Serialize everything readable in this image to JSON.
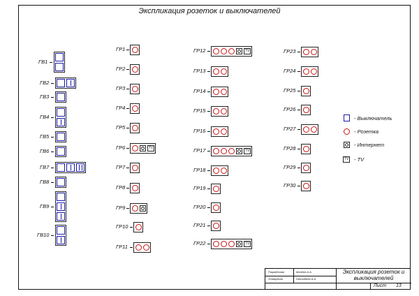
{
  "title": "Экспликация розеток и выключателей",
  "switch_groups": [
    {
      "label": "ГВ1",
      "layout": "col",
      "items": [
        1,
        1
      ]
    },
    {
      "label": "ГВ2",
      "layout": "row",
      "items": [
        1,
        2
      ]
    },
    {
      "label": "ГВ3",
      "layout": "row",
      "items": [
        1
      ]
    },
    {
      "label": "ГВ4",
      "layout": "col",
      "items": [
        1,
        2
      ]
    },
    {
      "label": "ГВ5",
      "layout": "row",
      "items": [
        1
      ]
    },
    {
      "label": "ГВ6",
      "layout": "row",
      "items": [
        1
      ]
    },
    {
      "label": "ГВ7",
      "layout": "row",
      "items": [
        1,
        2,
        3
      ]
    },
    {
      "label": "ГВ8",
      "layout": "row",
      "items": [
        1
      ]
    },
    {
      "label": "ГВ9",
      "layout": "col",
      "items": [
        1,
        2,
        2
      ]
    },
    {
      "label": "ГВ10",
      "layout": "col",
      "items": [
        1,
        2
      ]
    }
  ],
  "socket_groups": [
    {
      "label": "ГР1",
      "items": [
        "s"
      ]
    },
    {
      "label": "ГР2",
      "items": [
        "s"
      ]
    },
    {
      "label": "ГР3",
      "items": [
        "s"
      ]
    },
    {
      "label": "ГР4",
      "items": [
        "s"
      ]
    },
    {
      "label": "ГР5",
      "items": [
        "s"
      ]
    },
    {
      "label": "ГР6",
      "items": [
        "s",
        "i",
        "tv"
      ]
    },
    {
      "label": "ГР7",
      "items": [
        "s"
      ]
    },
    {
      "label": "ГР8",
      "items": [
        "s"
      ]
    },
    {
      "label": "ГР9",
      "items": [
        "s",
        "i"
      ]
    },
    {
      "label": "ГР10",
      "items": [
        "s"
      ]
    },
    {
      "label": "ГР11",
      "items": [
        "s",
        "s"
      ]
    },
    {
      "label": "ГР12",
      "items": [
        "s",
        "s",
        "s",
        "i",
        "tv"
      ]
    },
    {
      "label": "ГР13",
      "items": [
        "s",
        "s"
      ]
    },
    {
      "label": "ГР14",
      "items": [
        "s",
        "s"
      ]
    },
    {
      "label": "ГР15",
      "items": [
        "s",
        "s"
      ]
    },
    {
      "label": "ГР16",
      "items": [
        "s",
        "s"
      ]
    },
    {
      "label": "ГР17",
      "items": [
        "s",
        "s",
        "s",
        "i",
        "tv"
      ]
    },
    {
      "label": "ГР18",
      "items": [
        "s",
        "s"
      ]
    },
    {
      "label": "ГР19",
      "items": [
        "s"
      ]
    },
    {
      "label": "ГР20",
      "items": [
        "s"
      ]
    },
    {
      "label": "ГР21",
      "items": [
        "s"
      ]
    },
    {
      "label": "ГР22",
      "items": [
        "s",
        "s",
        "s",
        "i",
        "tv"
      ]
    },
    {
      "label": "ГР23",
      "items": [
        "s",
        "s"
      ]
    },
    {
      "label": "ГР24",
      "items": [
        "s",
        "s"
      ]
    },
    {
      "label": "ГР25",
      "items": [
        "s"
      ]
    },
    {
      "label": "ГР26",
      "items": [
        "s"
      ]
    },
    {
      "label": "ГР27",
      "items": [
        "s",
        "s"
      ]
    },
    {
      "label": "ГР28",
      "items": [
        "s"
      ]
    },
    {
      "label": "ГР29",
      "items": [
        "s"
      ]
    },
    {
      "label": "ГР30",
      "items": [
        "s"
      ]
    }
  ],
  "tv_mark": "TV",
  "legend": {
    "switch": "- Выключатель",
    "socket": "- Розетка",
    "internet": "- Интернет",
    "tv": "- TV"
  },
  "stamp": {
    "developed_label": "Разработал",
    "developed_name": "Минеев А.А.",
    "approved_label": "Утвердило",
    "approved_name": "Ноплибеев А.А.",
    "doc_title": "Экспликация розеток и выключателей",
    "sheet_label": "Лист",
    "sheet_number": "13"
  },
  "colors": {
    "switch": "#1a1aa8",
    "socket": "#cc1111",
    "frame": "#222222"
  }
}
